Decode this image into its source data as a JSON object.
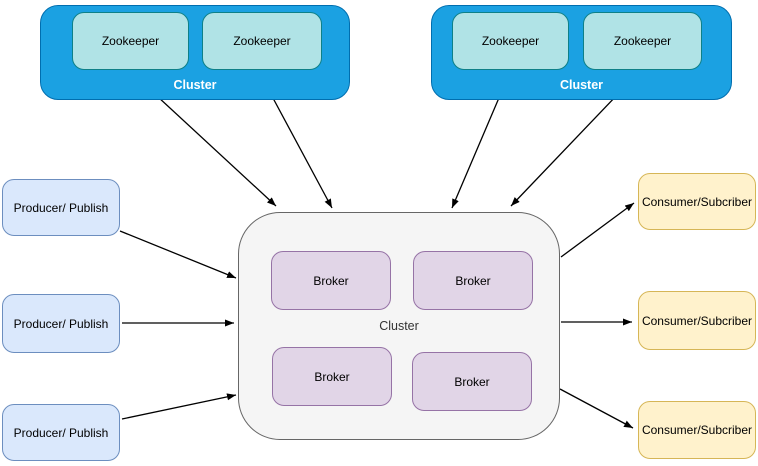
{
  "colors": {
    "zk_cluster_fill": "#1BA1E2",
    "zk_cluster_stroke": "#006EAF",
    "zk_node_fill": "#B0E3E6",
    "zk_node_stroke": "#0E8088",
    "kafka_cluster_fill": "#F5F5F5",
    "kafka_cluster_stroke": "#666666",
    "broker_fill": "#E1D5E7",
    "broker_stroke": "#9673A6",
    "producer_fill": "#DAE8FC",
    "producer_stroke": "#6C8EBF",
    "consumer_fill": "#FFF2CC",
    "consumer_stroke": "#D6B656",
    "arrow": "#000000",
    "cluster_label_text": "#FFFFFF",
    "kafka_label_text": "#333333"
  },
  "zookeeper_clusters": [
    {
      "label": "Cluster",
      "nodes": [
        "Zookeeper",
        "Zookeeper"
      ]
    },
    {
      "label": "Cluster",
      "nodes": [
        "Zookeeper",
        "Zookeeper"
      ]
    }
  ],
  "kafka_cluster": {
    "label": "Cluster",
    "brokers": [
      "Broker",
      "Broker",
      "Broker",
      "Broker"
    ]
  },
  "producers": [
    "Producer/ Publish",
    "Producer/ Publish",
    "Producer/ Publish"
  ],
  "consumers": [
    "Consumer/Subcriber",
    "Consumer/Subcriber",
    "Consumer/Subcriber"
  ]
}
